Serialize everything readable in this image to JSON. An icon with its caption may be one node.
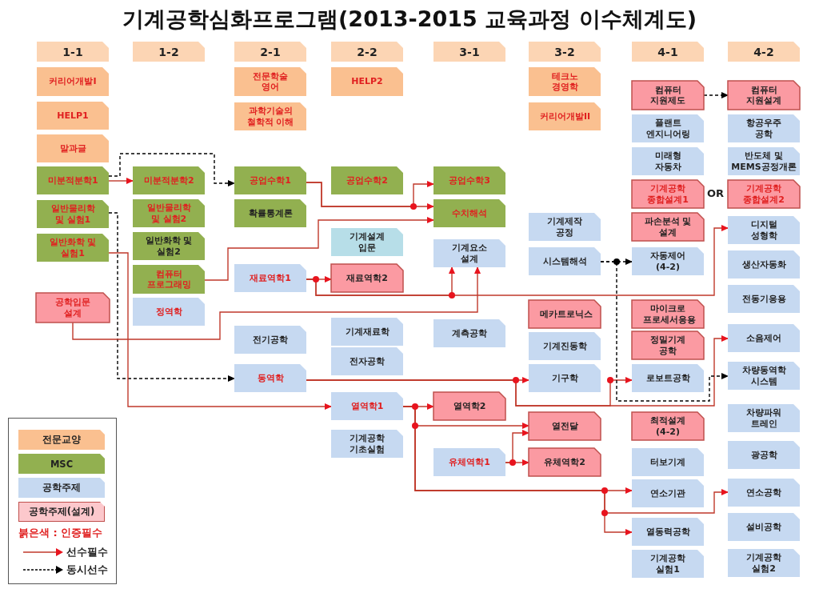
{
  "diagram": {
    "title": "기계공학심화프로그램(2013-2015 교육과정 이수체계도)",
    "nodes": [
      {
        "text": [
          "1-1"
        ]
      },
      {
        "text": [
          "1-2"
        ]
      },
      {
        "text": [
          "2-1"
        ]
      },
      {
        "text": [
          "2-2"
        ]
      },
      {
        "text": [
          "3-1"
        ]
      },
      {
        "text": [
          "3-2"
        ]
      },
      {
        "text": [
          "4-1"
        ]
      },
      {
        "text": [
          "4-2"
        ]
      },
      {
        "text": [
          "커리어개발I"
        ]
      },
      {
        "text": [
          "HELP1"
        ]
      },
      {
        "text": [
          "말과글"
        ]
      },
      {
        "text": [
          "미분적분학1"
        ]
      },
      {
        "text": [
          "일반물리학 및 실험1"
        ]
      },
      {
        "text": [
          "일반화학 및 실험1"
        ]
      },
      {
        "text": [
          "공학입문 설계"
        ]
      },
      {
        "text": [
          "미분적분학2"
        ]
      },
      {
        "text": [
          "일반물리학 및 실험2"
        ]
      },
      {
        "text": [
          "일반화학 및 실험2"
        ]
      },
      {
        "text": [
          "컴퓨터 프로그래밍"
        ]
      },
      {
        "text": [
          "정역학"
        ]
      },
      {
        "text": [
          "전문학술 영어"
        ]
      },
      {
        "text": [
          "과학기술의 철학적 이해"
        ]
      },
      {
        "text": [
          "공업수학1"
        ]
      },
      {
        "text": [
          "확률통계론"
        ]
      },
      {
        "text": [
          "재료역학1"
        ]
      },
      {
        "text": [
          "전기공학"
        ]
      },
      {
        "text": [
          "동역학"
        ]
      },
      {
        "text": [
          "HELP2"
        ]
      },
      {
        "text": [
          "공업수학2"
        ]
      },
      {
        "text": [
          "기계설계 입문"
        ]
      },
      {
        "text": [
          "재료역학2"
        ]
      },
      {
        "text": [
          "기계재료학"
        ]
      },
      {
        "text": [
          "전자공학"
        ]
      },
      {
        "text": [
          "열역학1"
        ]
      },
      {
        "text": [
          "기계공학 기초실험"
        ]
      },
      {
        "text": [
          "공업수학3"
        ]
      },
      {
        "text": [
          "수치해석"
        ]
      },
      {
        "text": [
          "기계요소 설계"
        ]
      },
      {
        "text": [
          "계측공학"
        ]
      },
      {
        "text": [
          "열역학2"
        ]
      },
      {
        "text": [
          "유체역학1"
        ]
      },
      {
        "text": [
          "테크노 경영학"
        ]
      },
      {
        "text": [
          "커리어개발II"
        ]
      },
      {
        "text": [
          "기계제작 공정"
        ]
      },
      {
        "text": [
          "시스템해석"
        ]
      },
      {
        "text": [
          "메카트로닉스"
        ]
      },
      {
        "text": [
          "기계진동학"
        ]
      },
      {
        "text": [
          "기구학"
        ]
      },
      {
        "text": [
          "열전달"
        ]
      },
      {
        "text": [
          "유체역학2"
        ]
      },
      {
        "text": [
          "컴퓨터 지원제도"
        ]
      },
      {
        "text": [
          "플랜트 엔지니어링"
        ]
      },
      {
        "text": [
          "미래형 자동차"
        ]
      },
      {
        "text": [
          "기계공학 종합설계1"
        ]
      },
      {
        "text": [
          "파손분석 및 설계"
        ]
      },
      {
        "text": [
          "자동제어 (4-2)"
        ]
      },
      {
        "text": [
          "마이크로 프로세서응용"
        ]
      },
      {
        "text": [
          "정밀기계 공학"
        ]
      },
      {
        "text": [
          "로보트공학"
        ]
      },
      {
        "text": [
          "최적설계 (4-2)"
        ]
      },
      {
        "text": [
          "터보기계"
        ]
      },
      {
        "text": [
          "연소기관"
        ]
      },
      {
        "text": [
          "열동력공학"
        ]
      },
      {
        "text": [
          "기계공학 실험1"
        ]
      },
      {
        "text": [
          "컴퓨터 지원설계"
        ]
      },
      {
        "text": [
          "항공우주 공학"
        ]
      },
      {
        "text": [
          "반도체 및 MEMS공정개론"
        ]
      },
      {
        "text": [
          "기계공학 종합설계2"
        ]
      },
      {
        "text": [
          "디지털 성형학"
        ]
      },
      {
        "text": [
          "생산자동화"
        ]
      },
      {
        "text": [
          "전동기응용"
        ]
      },
      {
        "text": [
          "소음제어"
        ]
      },
      {
        "text": [
          "차량동역학 시스템"
        ]
      },
      {
        "text": [
          "차량파워 트레인"
        ]
      },
      {
        "text": [
          "광공학"
        ]
      },
      {
        "text": [
          "연소공학"
        ]
      },
      {
        "text": [
          "설비공학"
        ]
      },
      {
        "text": [
          "기계공학 실험2"
        ]
      }
    ],
    "edges": [
      {
        "from": 11,
        "to": 15,
        "arrow": "to"
      },
      {
        "from": 11,
        "to": 22,
        "arrow": "to",
        "style": "dashed",
        "color": "#000000"
      },
      {
        "from": 12,
        "to": 26,
        "arrow": "to",
        "style": "dashed",
        "color": "#000000"
      },
      {
        "from": 22,
        "to": 35,
        "arrow": "to"
      },
      {
        "from": 22,
        "to": 36,
        "arrow": "to"
      },
      {
        "from": 18,
        "to": 36,
        "arrow": "to"
      },
      {
        "from": 13,
        "to": 33,
        "arrow": "to"
      },
      {
        "from": 24,
        "to": 30,
        "arrow": "to"
      },
      {
        "from": 24,
        "to": 37,
        "arrow": "to"
      },
      {
        "from": 24,
        "to": 68,
        "arrow": "to"
      },
      {
        "from": 14,
        "to": 37,
        "arrow": "to"
      },
      {
        "from": 26,
        "to": 47,
        "arrow": "to"
      },
      {
        "from": 26,
        "to": 58,
        "arrow": "to"
      },
      {
        "from": 26,
        "to": 71,
        "arrow": "to"
      },
      {
        "from": 44,
        "to": 55,
        "arrow": "to",
        "style": "dashed",
        "color": "#000000"
      },
      {
        "from": 44,
        "to": 72,
        "arrow": "to",
        "style": "dashed",
        "color": "#000000"
      },
      {
        "from": 50,
        "to": 64,
        "arrow": "to",
        "style": "dashed",
        "color": "#000000"
      },
      {
        "from": 33,
        "to": 39,
        "arrow": "to"
      },
      {
        "from": 33,
        "to": 48,
        "arrow": "to"
      },
      {
        "from": 33,
        "to": 61,
        "arrow": "to"
      },
      {
        "from": 33,
        "to": 75,
        "arrow": "to"
      },
      {
        "from": 33,
        "to": 62,
        "arrow": "to"
      },
      {
        "from": 40,
        "to": 49,
        "arrow": "to"
      },
      {
        "from": 40,
        "to": 48,
        "arrow": "to"
      }
    ],
    "labels": [
      "OR",
      "붉은색 : 인증필수"
    ],
    "legend": [
      {
        "text": "전문교양",
        "color": "#fac090"
      },
      {
        "text": "MSC",
        "color": "#92b050"
      },
      {
        "text": "공학주제",
        "color": "#c6d9f1"
      },
      {
        "text": "공학주제(설계)",
        "color": "#fcc8cc"
      },
      {
        "text": "선수필수"
      },
      {
        "text": "동시선수"
      }
    ]
  }
}
